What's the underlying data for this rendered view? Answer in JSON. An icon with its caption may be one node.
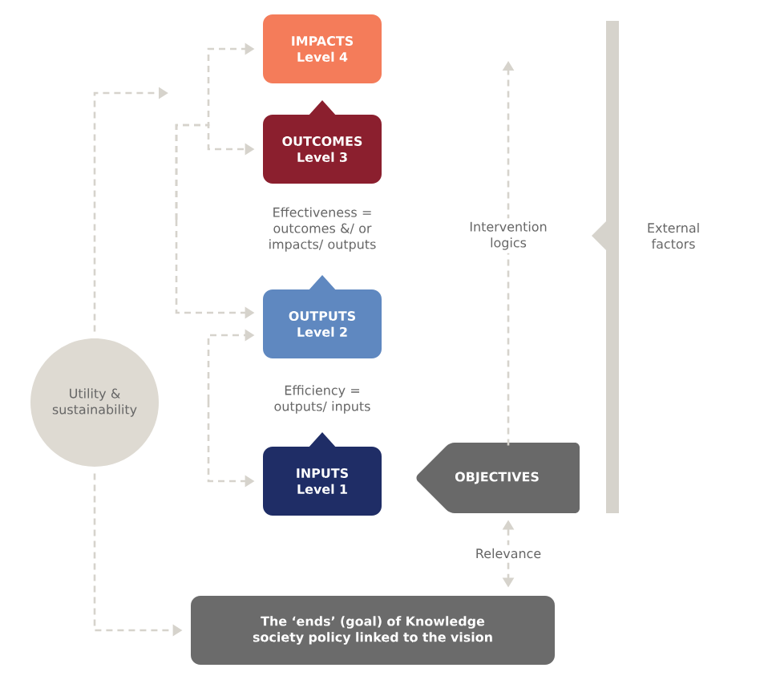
{
  "diagram": {
    "nodes": [
      {
        "text": [
          "IMPACTS",
          "Level 4"
        ]
      },
      {
        "text": [
          "OUTCOMES",
          "Level 3"
        ]
      },
      {
        "text": [
          "OUTPUTS",
          "Level 2"
        ]
      },
      {
        "text": [
          "INPUTS",
          "Level 1"
        ]
      },
      {
        "text": [
          "OBJECTIVES"
        ]
      },
      {
        "text": [
          "Utility & sustainability"
        ]
      },
      {
        "text": [
          "The ‘ends’ (goal) of Knowledge society policy linked to the vision"
        ]
      },
      {
        "text": [
          "External factors"
        ]
      }
    ],
    "edges": [
      {
        "from": 5,
        "to": null,
        "arrow": "to",
        "style": "dashed"
      },
      {
        "from": null,
        "to": 0,
        "arrow": "to",
        "style": "dashed"
      },
      {
        "from": null,
        "to": 1,
        "arrow": "to",
        "style": "dashed"
      },
      {
        "from": null,
        "to": 2,
        "arrow": "to",
        "style": "dashed"
      },
      {
        "from": null,
        "to": 2,
        "arrow": "to",
        "style": "dashed"
      },
      {
        "from": null,
        "to": 3,
        "arrow": "to",
        "style": "dashed"
      },
      {
        "from": 5,
        "to": 6,
        "arrow": "to",
        "style": "dashed"
      },
      {
        "from": 4,
        "to": 6,
        "arrow": "both",
        "style": "dashed",
        "label": "Relevance"
      },
      {
        "from": 4,
        "to": null,
        "arrow": "to",
        "style": "dashed",
        "label": "Intervention logics"
      }
    ],
    "labels": [
      "Effectiveness = outcomes &/ or impacts/ outputs",
      "Efficiency = outputs/ inputs"
    ]
  }
}
